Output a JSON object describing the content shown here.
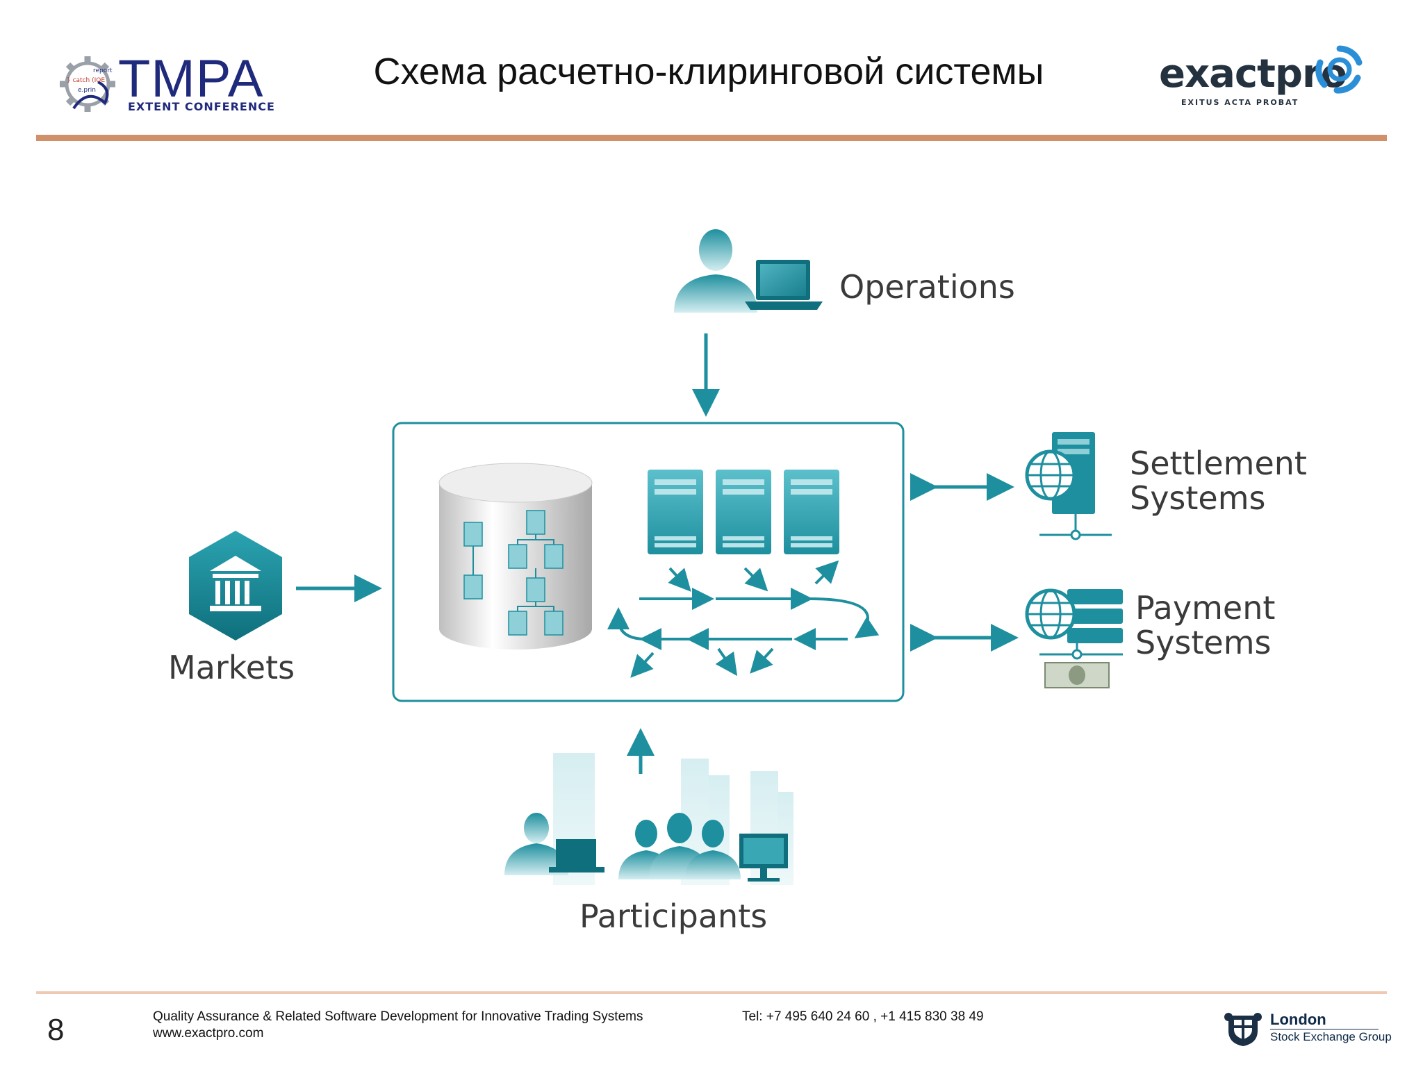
{
  "header": {
    "title": "Схема расчетно-клиринговой системы",
    "tmpa_logo": {
      "word": "TMPA",
      "subtitle": "EXTENT CONFERENCE",
      "gear_texts": [
        "report",
        "} catch (IOE",
        "e.prin"
      ]
    },
    "exactpro_logo": {
      "word": "exactpro",
      "tagline": "EXITUS ACTA PROBAT"
    }
  },
  "diagram": {
    "operations": "Operations",
    "markets": "Markets",
    "participants": "Participants",
    "settlement_line1": "Settlement",
    "settlement_line2": "Systems",
    "payment_line1": "Payment",
    "payment_line2": "Systems"
  },
  "colors": {
    "teal": "#1e8f9e",
    "teal_light": "#7cc6cf",
    "rule_top": "#d0916a",
    "rule_bottom": "#efc9b4"
  },
  "footer": {
    "page_number": "8",
    "tagline": "Quality Assurance & Related Software Development  for Innovative Trading Systems",
    "website": "www.exactpro.com",
    "phone": "Tel: +7 495 640 24 60 ,  +1 415 830 38 49",
    "lseg_line1": "London",
    "lseg_line2": "Stock Exchange Group"
  }
}
